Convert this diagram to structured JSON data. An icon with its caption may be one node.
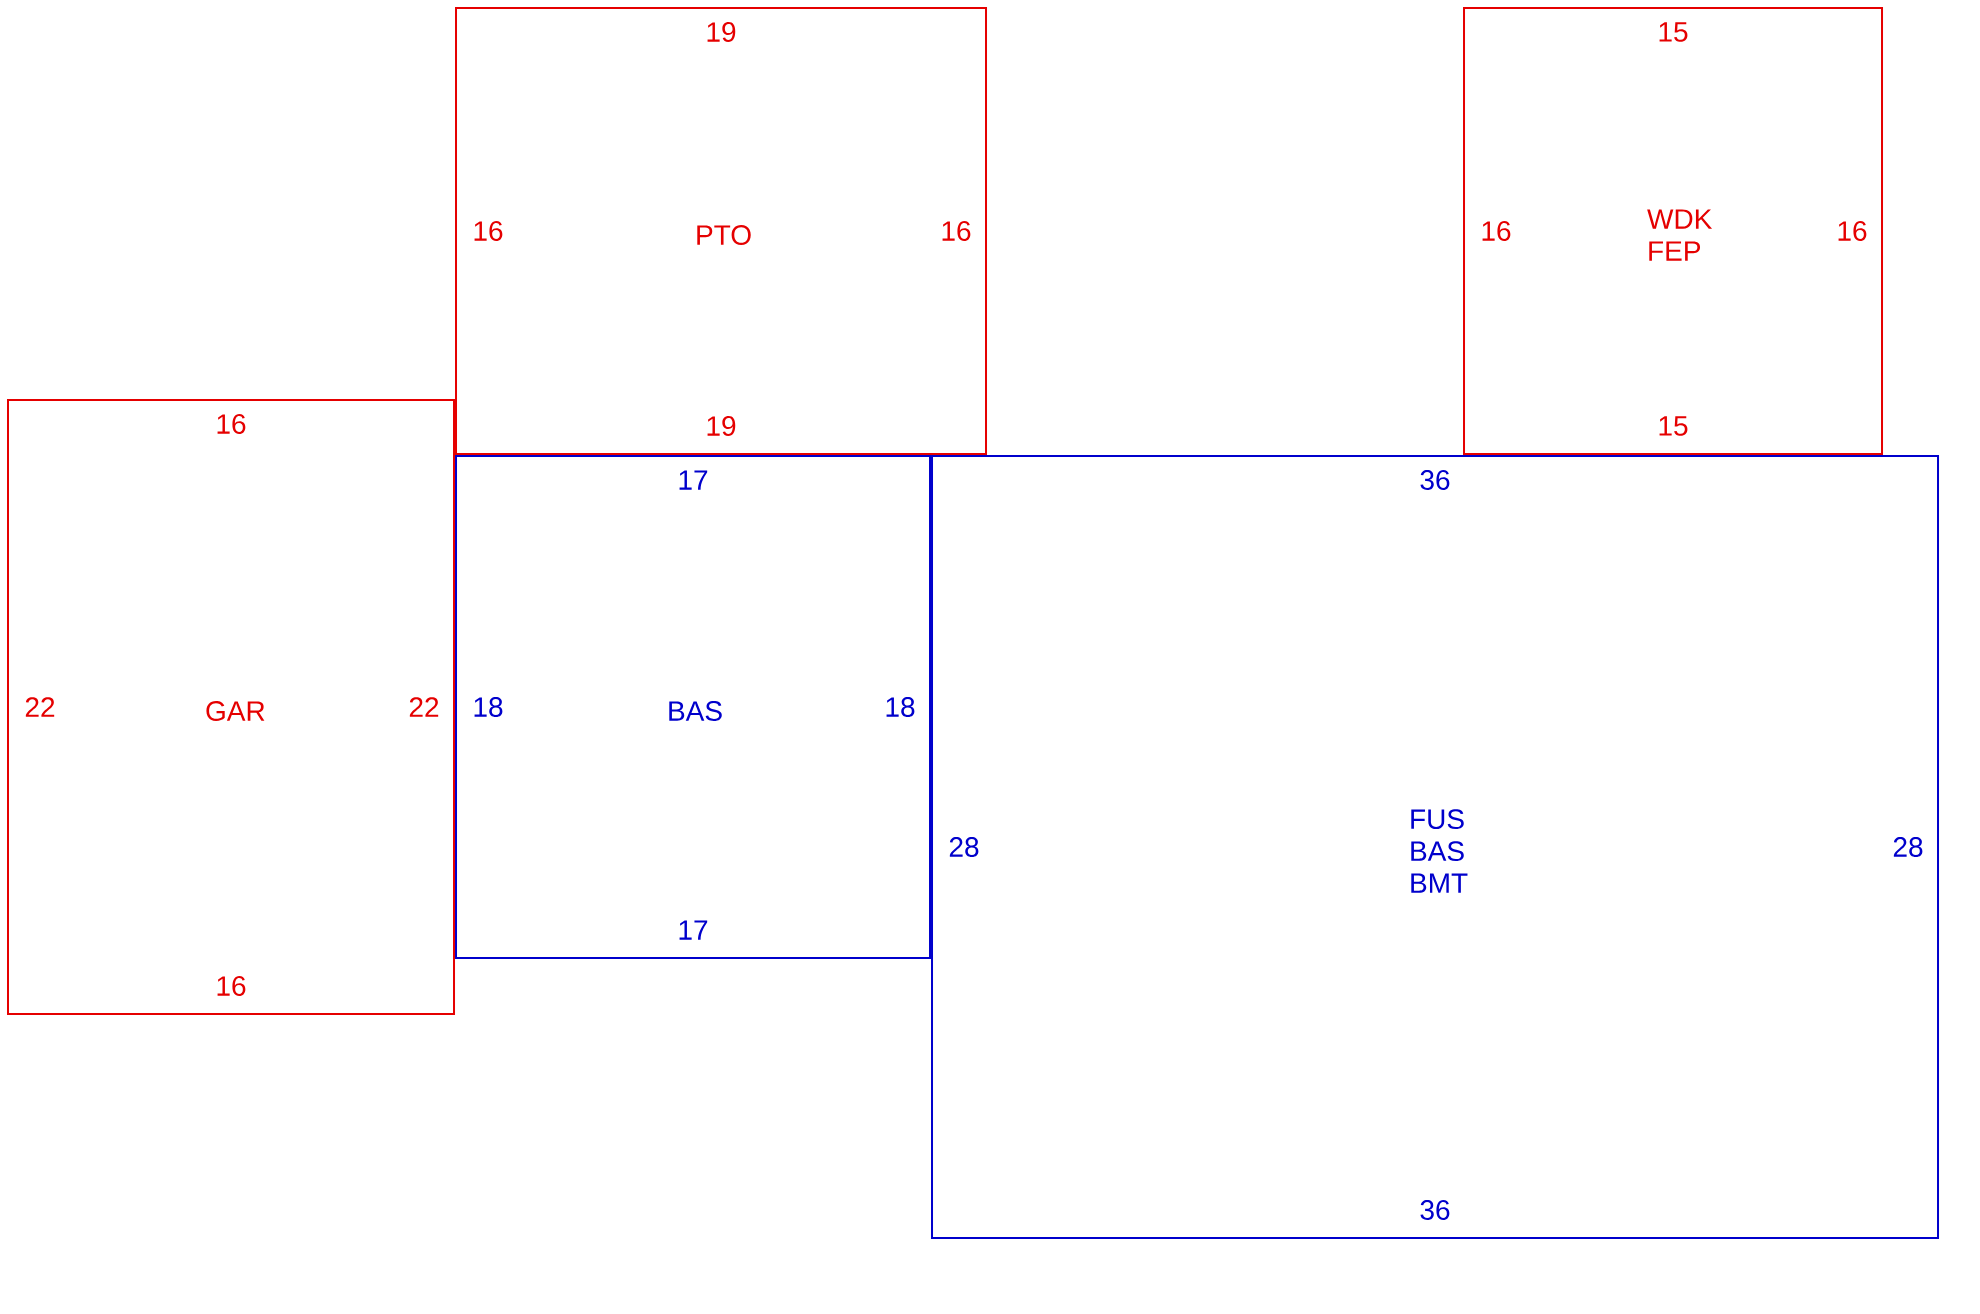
{
  "diagram": {
    "nodes": [
      {
        "text": [
          "19",
          "16",
          "PTO",
          "16",
          "19"
        ]
      },
      {
        "text": [
          "15",
          "16",
          "WDK FEP",
          "16",
          "15"
        ]
      },
      {
        "text": [
          "16",
          "22",
          "GAR",
          "22",
          "16"
        ]
      },
      {
        "text": [
          "17",
          "18",
          "BAS",
          "18",
          "17"
        ]
      },
      {
        "text": [
          "36",
          "28",
          "FUS BAS BMT",
          "28",
          "36"
        ]
      }
    ]
  }
}
